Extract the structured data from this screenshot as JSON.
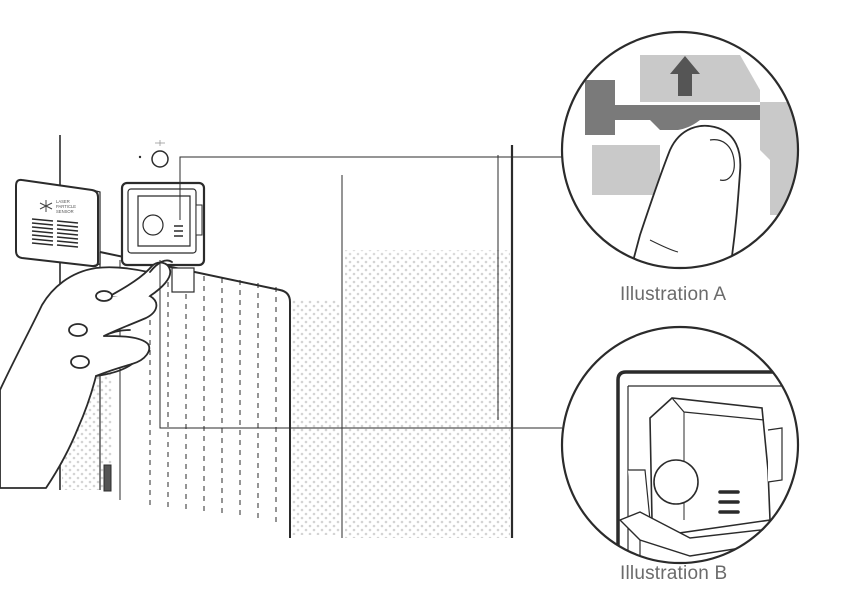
{
  "captions": {
    "illustration_a": "Illustration A",
    "illustration_b": "Illustration B"
  },
  "sensor_cover": {
    "logo_lines": [
      "LASER",
      "PARTICLE",
      "SENSOR"
    ]
  },
  "colors": {
    "line": "#2b2b2b",
    "dark_gray": "#7a7a7a",
    "light_gray": "#c9c9c9",
    "dot": "#d4d4d4"
  }
}
